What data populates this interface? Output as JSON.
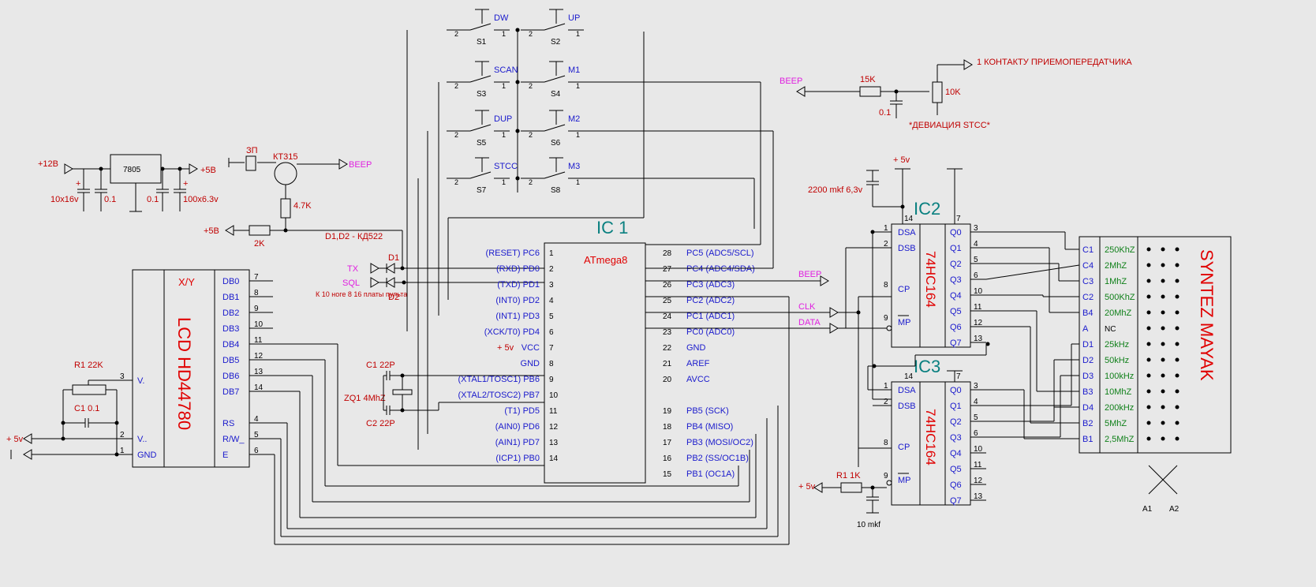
{
  "power": {
    "vin": "+12В",
    "reg": "7805",
    "vout": "+5В",
    "cap_in": "10x16v",
    "cap1": "0.1",
    "cap2": "0.1",
    "cap_out": "100x6.3v"
  },
  "beeper": {
    "buzzer": "ЗП",
    "transistor": "КТ315",
    "res_base": "4.7K",
    "res_supply": "2K",
    "supply": "+5В",
    "beep": "BEEP",
    "diodes": "D1,D2 - КД522",
    "d1": "D1",
    "d2": "D2"
  },
  "signals": {
    "tx": "TX",
    "sql": "SQL",
    "note": "К 10 ноге  8 16 платы пульта"
  },
  "switches": [
    {
      "name": "DW",
      "ref": "S1"
    },
    {
      "name": "UP",
      "ref": "S2"
    },
    {
      "name": "SCAN",
      "ref": "S3"
    },
    {
      "name": "M1",
      "ref": "S4"
    },
    {
      "name": "DUP",
      "ref": "S5"
    },
    {
      "name": "M2",
      "ref": "S6"
    },
    {
      "name": "STCC",
      "ref": "S7"
    },
    {
      "name": "M3",
      "ref": "S8"
    }
  ],
  "lcd": {
    "name": "LCD  HD44780",
    "xy": "X/Y",
    "pins_right": [
      "DB0",
      "DB1",
      "DB2",
      "DB3",
      "DB4",
      "DB5",
      "DB6",
      "DB7",
      "RS",
      "R/W_",
      "E"
    ],
    "nums_right": [
      "7",
      "8",
      "9",
      "10",
      "11",
      "12",
      "13",
      "14",
      "4",
      "5",
      "6"
    ],
    "pins_left": [
      "V.",
      "V..",
      "GND"
    ],
    "nums_left": [
      "3",
      "2",
      "1"
    ],
    "r1": "R1 22K",
    "c1": "C1 0.1",
    "supply": "+ 5v"
  },
  "ic1": {
    "title": "IC 1",
    "chip": "ATmega8",
    "left": [
      [
        "(RESET) PC6",
        "1"
      ],
      [
        "(RXD) PD0",
        "2"
      ],
      [
        "(TXD) PD1",
        "3"
      ],
      [
        "(INT0) PD2",
        "4"
      ],
      [
        "(INT1) PD3",
        "5"
      ],
      [
        "(XCK/T0) PD4",
        "6"
      ],
      [
        "VCC",
        "7"
      ],
      [
        "GND",
        "8"
      ],
      [
        "(XTAL1/TOSC1) PB6",
        "9"
      ],
      [
        "(XTAL2/TOSC2) PB7",
        "10"
      ],
      [
        "(T1) PD5",
        "11"
      ],
      [
        "(AIN0) PD6",
        "12"
      ],
      [
        "(AIN1) PD7",
        "13"
      ],
      [
        "(ICP1) PB0",
        "14"
      ]
    ],
    "right": [
      [
        "PC5 (ADC5/SCL)",
        "28"
      ],
      [
        "PC4 (ADC4/SDA)",
        "27"
      ],
      [
        "PC3 (ADC3)",
        "26"
      ],
      [
        "PC2 (ADC2)",
        "25"
      ],
      [
        "PC1 (ADC1)",
        "24"
      ],
      [
        "PC0 (ADC0)",
        "23"
      ],
      [
        "GND",
        "22"
      ],
      [
        "AREF",
        "21"
      ],
      [
        "AVCC",
        "20"
      ],
      [
        "",
        ""
      ],
      [
        "PB5 (SCK)",
        "19"
      ],
      [
        "PB4 (MISO)",
        "18"
      ],
      [
        "PB3 (MOSI/OC2)",
        "17"
      ],
      [
        "PB2 (SS/OC1B)",
        "16"
      ],
      [
        "PB1 (OC1A)",
        "15"
      ]
    ],
    "vcc_label": "+ 5v",
    "c1": "C1 22P",
    "c2": "C2 22P",
    "xtal": "ZQ1 4MhZ",
    "beep": "BEEP",
    "clk": "CLK",
    "data": "DATA"
  },
  "deviation": {
    "beep": "BEEP",
    "r": "15K",
    "c": "0.1",
    "pot": "10K",
    "out": "1 КОНТАКТУ ПРИЕМОПЕРЕДАТЧИКА",
    "note": "*ДЕВИАЦИЯ STCC*"
  },
  "ic2": {
    "title": "IC2",
    "chip": "74HC164",
    "left": [
      [
        "DSA",
        "1"
      ],
      [
        "DSB",
        "2"
      ],
      [
        "CP",
        "8"
      ],
      [
        "MP",
        "9"
      ]
    ],
    "right": [
      [
        "Q0",
        "3"
      ],
      [
        "Q1",
        "4"
      ],
      [
        "Q2",
        "5"
      ],
      [
        "Q3",
        "6"
      ],
      [
        "Q4",
        "10"
      ],
      [
        "Q5",
        "11"
      ],
      [
        "Q6",
        "12"
      ],
      [
        "Q7",
        "13"
      ]
    ],
    "top": [
      "14",
      "7"
    ],
    "cap": "2200 mkf 6,3v",
    "supply": "+ 5v"
  },
  "ic3": {
    "title": "IC3",
    "chip": "74HC164",
    "left": [
      [
        "DSA",
        "1"
      ],
      [
        "DSB",
        "2"
      ],
      [
        "CP",
        "8"
      ],
      [
        "MP",
        "9"
      ]
    ],
    "right": [
      [
        "Q0",
        "3"
      ],
      [
        "Q1",
        "4"
      ],
      [
        "Q2",
        "5"
      ],
      [
        "Q3",
        "6"
      ],
      [
        "Q4",
        "10"
      ],
      [
        "Q5",
        "11"
      ],
      [
        "Q6",
        "12"
      ],
      [
        "Q7",
        "13"
      ]
    ],
    "top": [
      "14",
      "7"
    ],
    "r1": "R1  1K",
    "c": "10 mkf",
    "supply": "+ 5v"
  },
  "syntez": {
    "title": "SYNTEZ   MAYAK",
    "rows": [
      [
        "C1",
        "250KhZ"
      ],
      [
        "C4",
        "2MhZ"
      ],
      [
        "C3",
        "1MhZ"
      ],
      [
        "C2",
        "500KhZ"
      ],
      [
        "B4",
        "20MhZ"
      ],
      [
        "A",
        "NC"
      ],
      [
        "D1",
        "25kHz"
      ],
      [
        "D2",
        "50kHz"
      ],
      [
        "D3",
        "100kHz"
      ],
      [
        "B3",
        "10MhZ"
      ],
      [
        "D4",
        "200kHz"
      ],
      [
        "B2",
        "5MhZ"
      ],
      [
        "B1",
        "2,5MhZ"
      ]
    ],
    "a1": "A1",
    "a2": "A2"
  }
}
